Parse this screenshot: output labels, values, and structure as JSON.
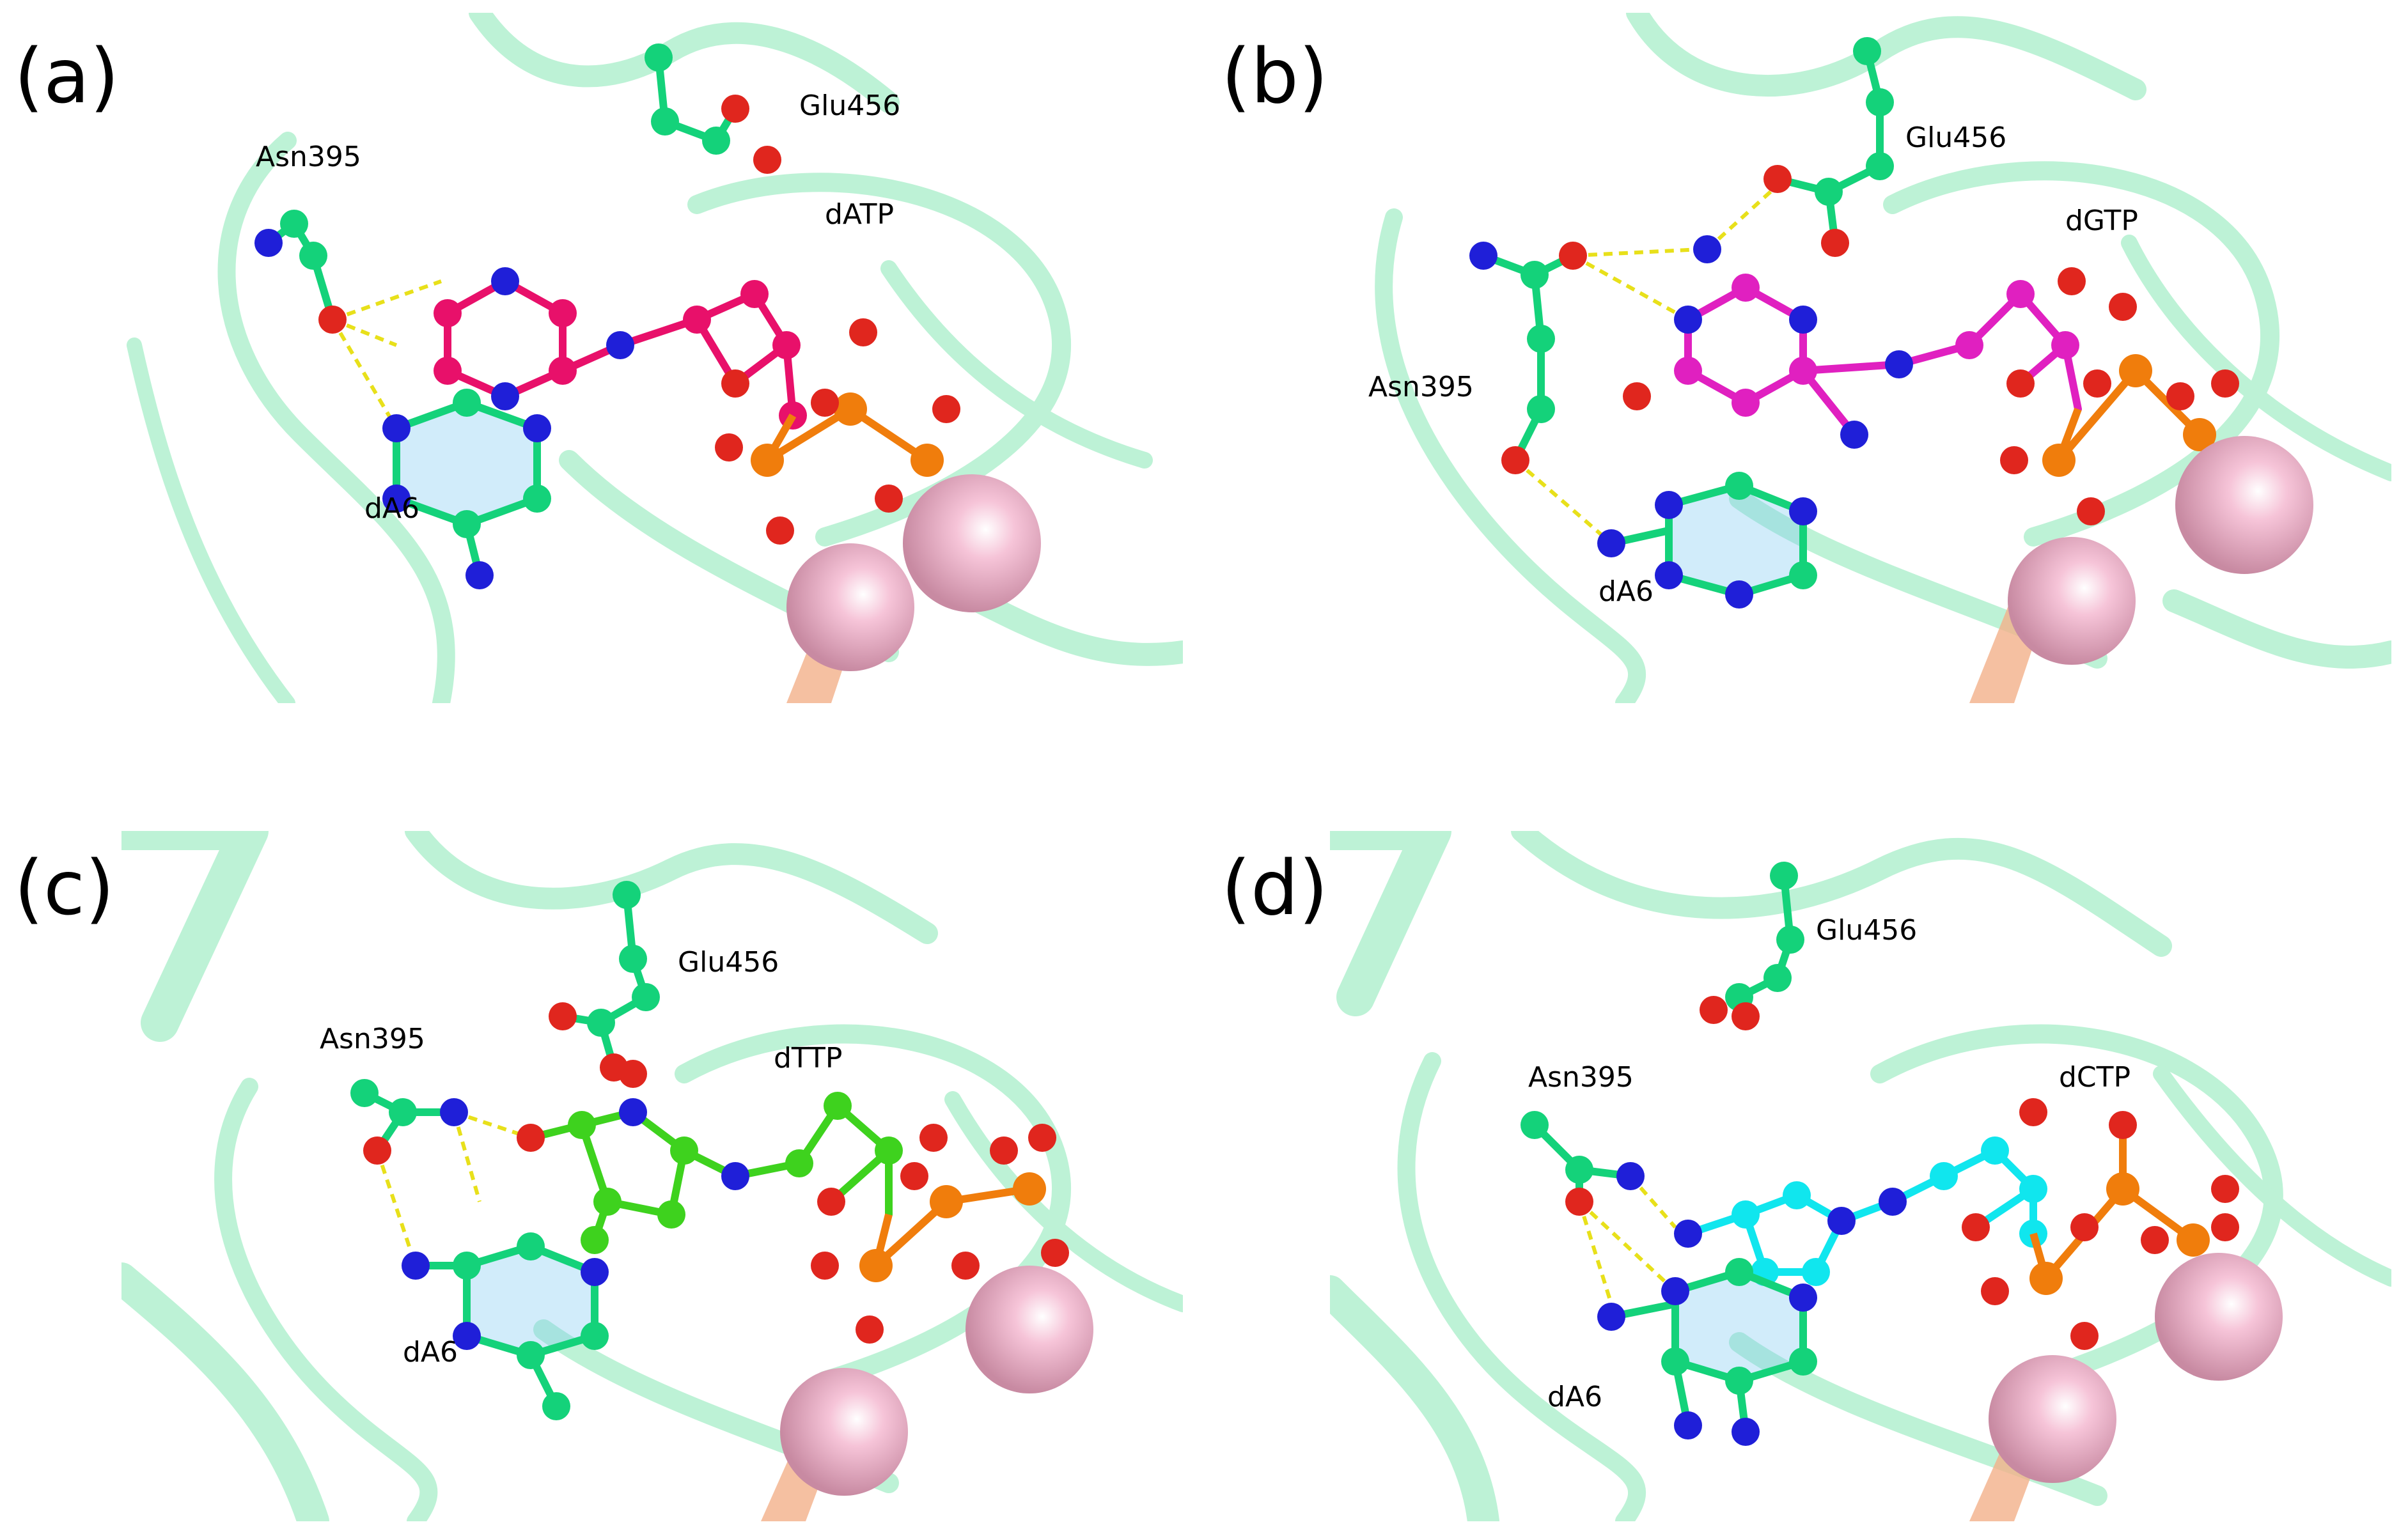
{
  "panels": [
    {
      "letter": "(a)",
      "labels": {
        "asn": "Asn395",
        "glu": "Glu456",
        "ntp": "dATP",
        "da": "dA6"
      },
      "nucleotide_color": "#e8106a"
    },
    {
      "letter": "(b)",
      "labels": {
        "asn": "Asn395",
        "glu": "Glu456",
        "ntp": "dGTP",
        "da": "dA6"
      },
      "nucleotide_color": "#e020c0"
    },
    {
      "letter": "(c)",
      "labels": {
        "asn": "Asn395",
        "glu": "Glu456",
        "ntp": "dTTP",
        "da": "dA6"
      },
      "nucleotide_color": "#3ed21e"
    },
    {
      "letter": "(d)",
      "labels": {
        "asn": "Asn395",
        "glu": "Glu456",
        "ntp": "dCTP",
        "da": "dA6"
      },
      "nucleotide_color": "#10e6ee"
    }
  ],
  "colors": {
    "protein_ribbon": "#b4f0d0",
    "carbon_protein": "#14d27a",
    "oxygen": "#e0261e",
    "nitrogen": "#1f1fd8",
    "phosphorus": "#f07d0c",
    "metal_ion": "#f3b3cc",
    "hbond": "#e8e01a"
  }
}
